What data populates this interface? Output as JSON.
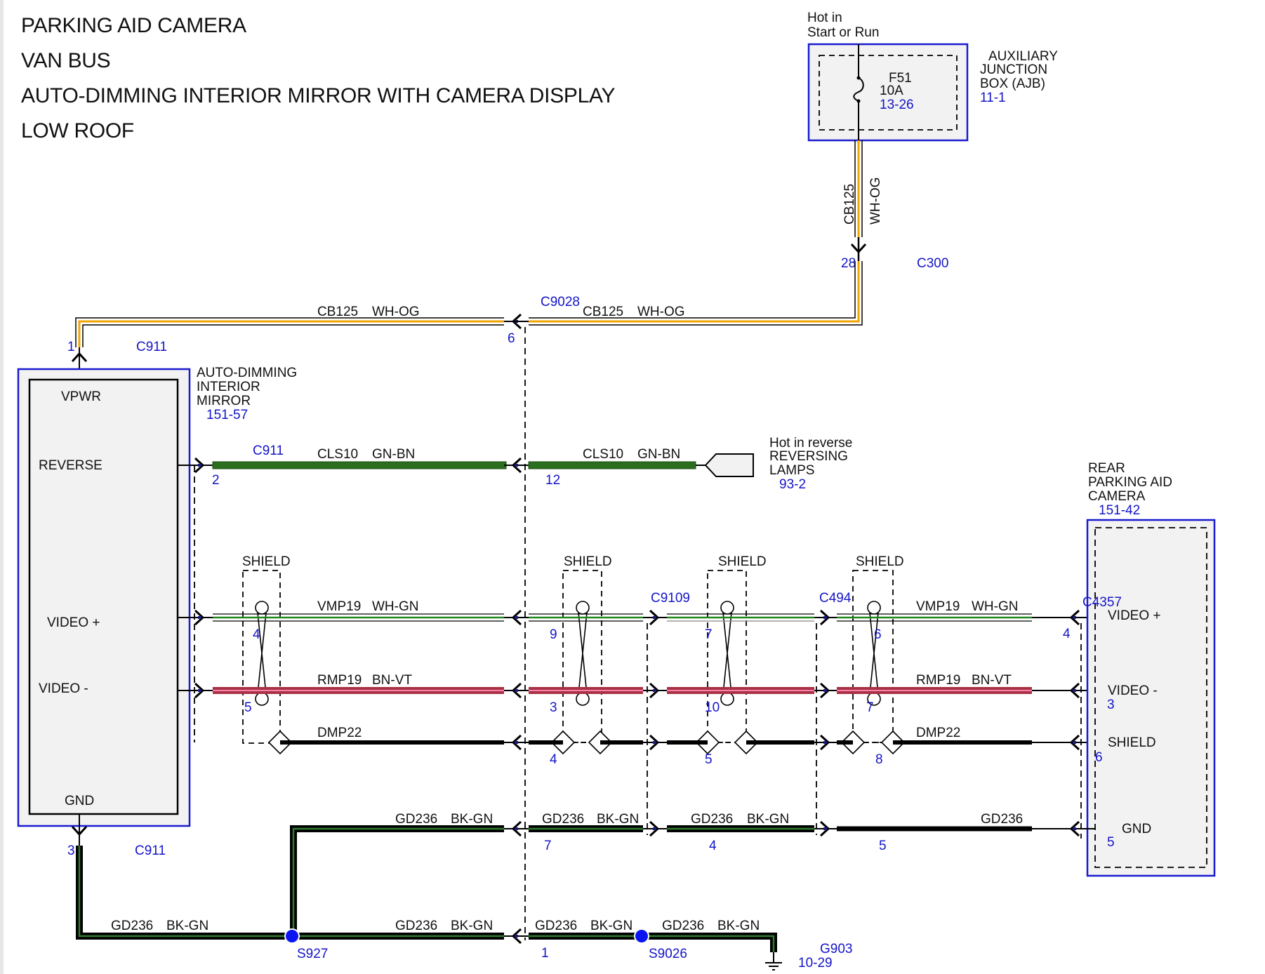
{
  "titles": [
    "PARKING AID CAMERA",
    "VAN BUS",
    "AUTO-DIMMING INTERIOR MIRROR WITH CAMERA DISPLAY",
    "LOW ROOF"
  ],
  "colors": {
    "component_border": "#1a1ad0",
    "reference_text": "#1414c8",
    "wire_wh_og": "#f0a500",
    "wire_gn_bn": "#2a6e1e",
    "wire_wh_gn": "#1f8a1f",
    "wire_bn_vt": "#a83244",
    "wire_bn_vt_stripe": "#ff7fb0",
    "wire_bk_gn": "#000000",
    "wire_bk_gn_stripe": "#2f7d2f",
    "splice": "#0a14f0",
    "component_fill": "#f2f2f2"
  },
  "ajb": {
    "power_note": [
      "Hot in",
      "Start or Run"
    ],
    "fuse": "F51",
    "rating": "10A",
    "fuse_ref": "13-26",
    "name": [
      "AUXILIARY",
      "JUNCTION",
      "BOX (AJB)"
    ],
    "ref": "11-1"
  },
  "vpwr_wire": {
    "circuit": "CB125",
    "color": "WH-OG",
    "c300_pin": "28",
    "c300": "C300",
    "c9028": "C9028",
    "c9028_pin": "6",
    "c911_pin": "1",
    "c911": "C911"
  },
  "mirror": {
    "name": [
      "AUTO-DIMMING",
      "INTERIOR",
      "MIRROR"
    ],
    "ref": "151-57",
    "pins": {
      "vpwr": "VPWR",
      "reverse": "REVERSE",
      "video_plus": "VIDEO +",
      "video_minus": "VIDEO -",
      "gnd": "GND"
    },
    "gnd_pin": "3",
    "gnd_connector": "C911"
  },
  "reverse_wire": {
    "connector": "C911",
    "pin_left": "2",
    "circuit": "CLS10",
    "color": "GN-BN",
    "pin_c9028": "12",
    "source": [
      "Hot in reverse",
      "REVERSING",
      "LAMPS"
    ],
    "source_ref": "93-2"
  },
  "shield_label": "SHIELD",
  "connectors": {
    "c9109": "C9109",
    "c494": "C494",
    "c4357": "C4357"
  },
  "video_plus": {
    "circuit": "VMP19",
    "color": "WH-GN",
    "pins": {
      "mirror_shield": "4",
      "c9028": "9",
      "c9109": "7",
      "c494": "6",
      "camera": "4"
    }
  },
  "video_minus": {
    "circuit": "RMP19",
    "color": "BN-VT",
    "pins": {
      "mirror_shield": "5",
      "c9028": "3",
      "c9109": "10",
      "c494": "7",
      "camera": "3"
    }
  },
  "drain": {
    "circuit": "DMP22",
    "pins": {
      "c9028": "4",
      "c9109": "5",
      "c494": "8",
      "camera": "6"
    }
  },
  "ground_upper": {
    "circuit": "GD236",
    "color": "BK-GN",
    "pins": {
      "c9028": "7",
      "c9109": "4",
      "c494": "5",
      "camera": "5"
    }
  },
  "ground_lower": {
    "circuit": "GD236",
    "color": "BK-GN",
    "c9028_pin": "1",
    "splice_left": "S927",
    "splice_right": "S9026",
    "ground": "G903",
    "ground_ref": "10-29"
  },
  "camera": {
    "name": [
      "REAR",
      "PARKING AID",
      "CAMERA"
    ],
    "ref": "151-42",
    "pins": {
      "video_plus": "VIDEO +",
      "video_minus": "VIDEO -",
      "shield": "SHIELD",
      "gnd": "GND"
    }
  }
}
